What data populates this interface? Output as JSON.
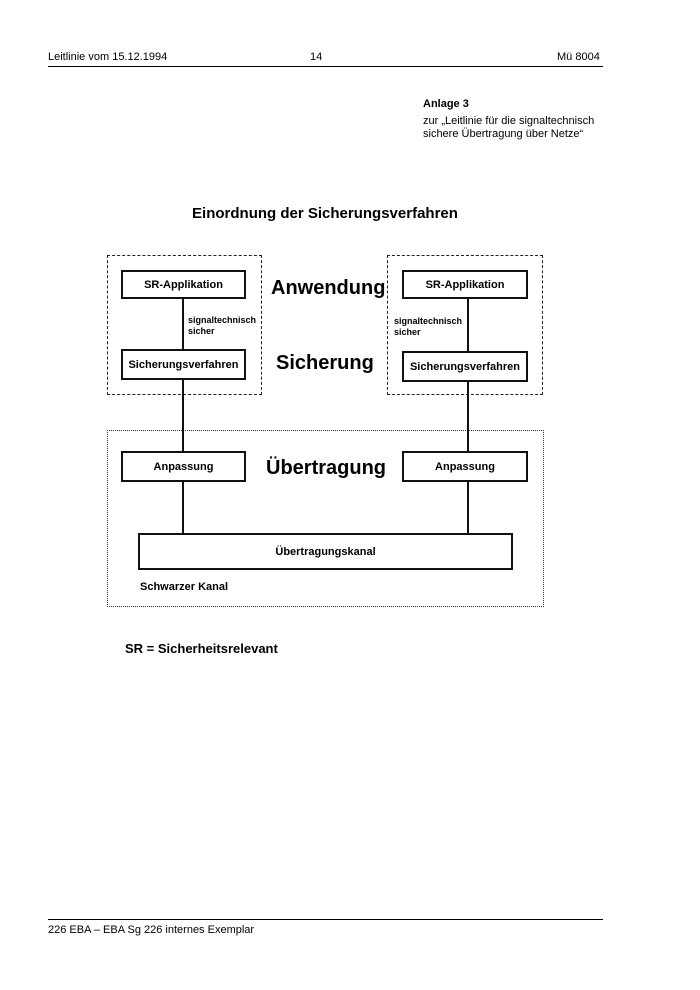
{
  "header": {
    "left": "Leitlinie vom 15.12.1994",
    "page_number": "14",
    "right": "Mü 8004"
  },
  "annex": {
    "title": "Anlage 3",
    "line1": "zur „Leitlinie für die signaltechnisch",
    "line2": "sichere Übertragung über Netze“"
  },
  "diagram": {
    "title": "Einordnung der Sicherungsverfahren",
    "layers": {
      "application": "Anwendung",
      "safety": "Sicherung",
      "transmission": "Übertragung"
    },
    "left": {
      "app_box": "SR-Applikation",
      "note_line1": "signaltechnisch",
      "note_line2": "sicher",
      "safety_box": "Sicherungsverfahren",
      "adapter_box": "Anpassung"
    },
    "right": {
      "app_box": "SR-Applikation",
      "note_line1": "signaltechnisch",
      "note_line2": "sicher",
      "safety_box": "Sicherungsverfahren",
      "adapter_box": "Anpassung"
    },
    "channel_box": "Übertragungskanal",
    "black_channel_label": "Schwarzer Kanal"
  },
  "legend": "SR = Sicherheitsrelevant",
  "footer": "226 EBA – EBA Sg 226 internes Exemplar"
}
